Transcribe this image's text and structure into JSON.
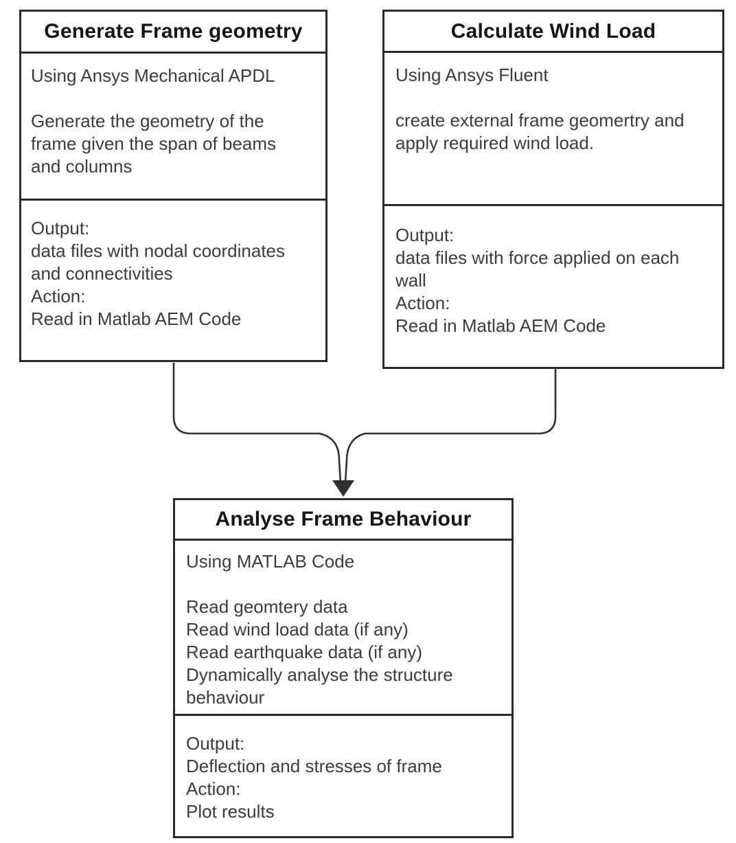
{
  "colors": {
    "background": "#ffffff",
    "box_fill": "#ffffff",
    "border": "#2a2a2a",
    "title_text": "#161616",
    "body_text": "#3c3c3c",
    "connector": "#303030"
  },
  "nodes": [
    {
      "id": "generate-frame-geometry",
      "title": "Generate Frame geometry",
      "description": "Using Ansys Mechanical APDL\n\nGenerate the geometry of the\nframe given the span of beams\nand columns",
      "output": "Output:\ndata files with nodal coordinates\nand connectivities\nAction:\nRead in Matlab AEM Code"
    },
    {
      "id": "calculate-wind-load",
      "title": "Calculate Wind Load",
      "description": "Using Ansys Fluent\n\ncreate external frame geomertry and\napply required wind load.",
      "output": "Output:\ndata files with force applied on each\nwall\nAction:\nRead in Matlab AEM Code"
    },
    {
      "id": "analyse-frame-behaviour",
      "title": "Analyse Frame Behaviour",
      "description": "Using MATLAB Code\n\nRead geomtery data\nRead wind load data (if any)\nRead earthquake data (if any)\nDynamically analyse the structure\nbehaviour",
      "output": "Output:\nDeflection and stresses of frame\nAction:\nPlot results"
    }
  ],
  "connections": [
    {
      "from": "Generate Frame geometry",
      "to": "Analyse Frame Behaviour"
    },
    {
      "from": "Calculate Wind Load",
      "to": "Analyse Frame Behaviour"
    }
  ]
}
